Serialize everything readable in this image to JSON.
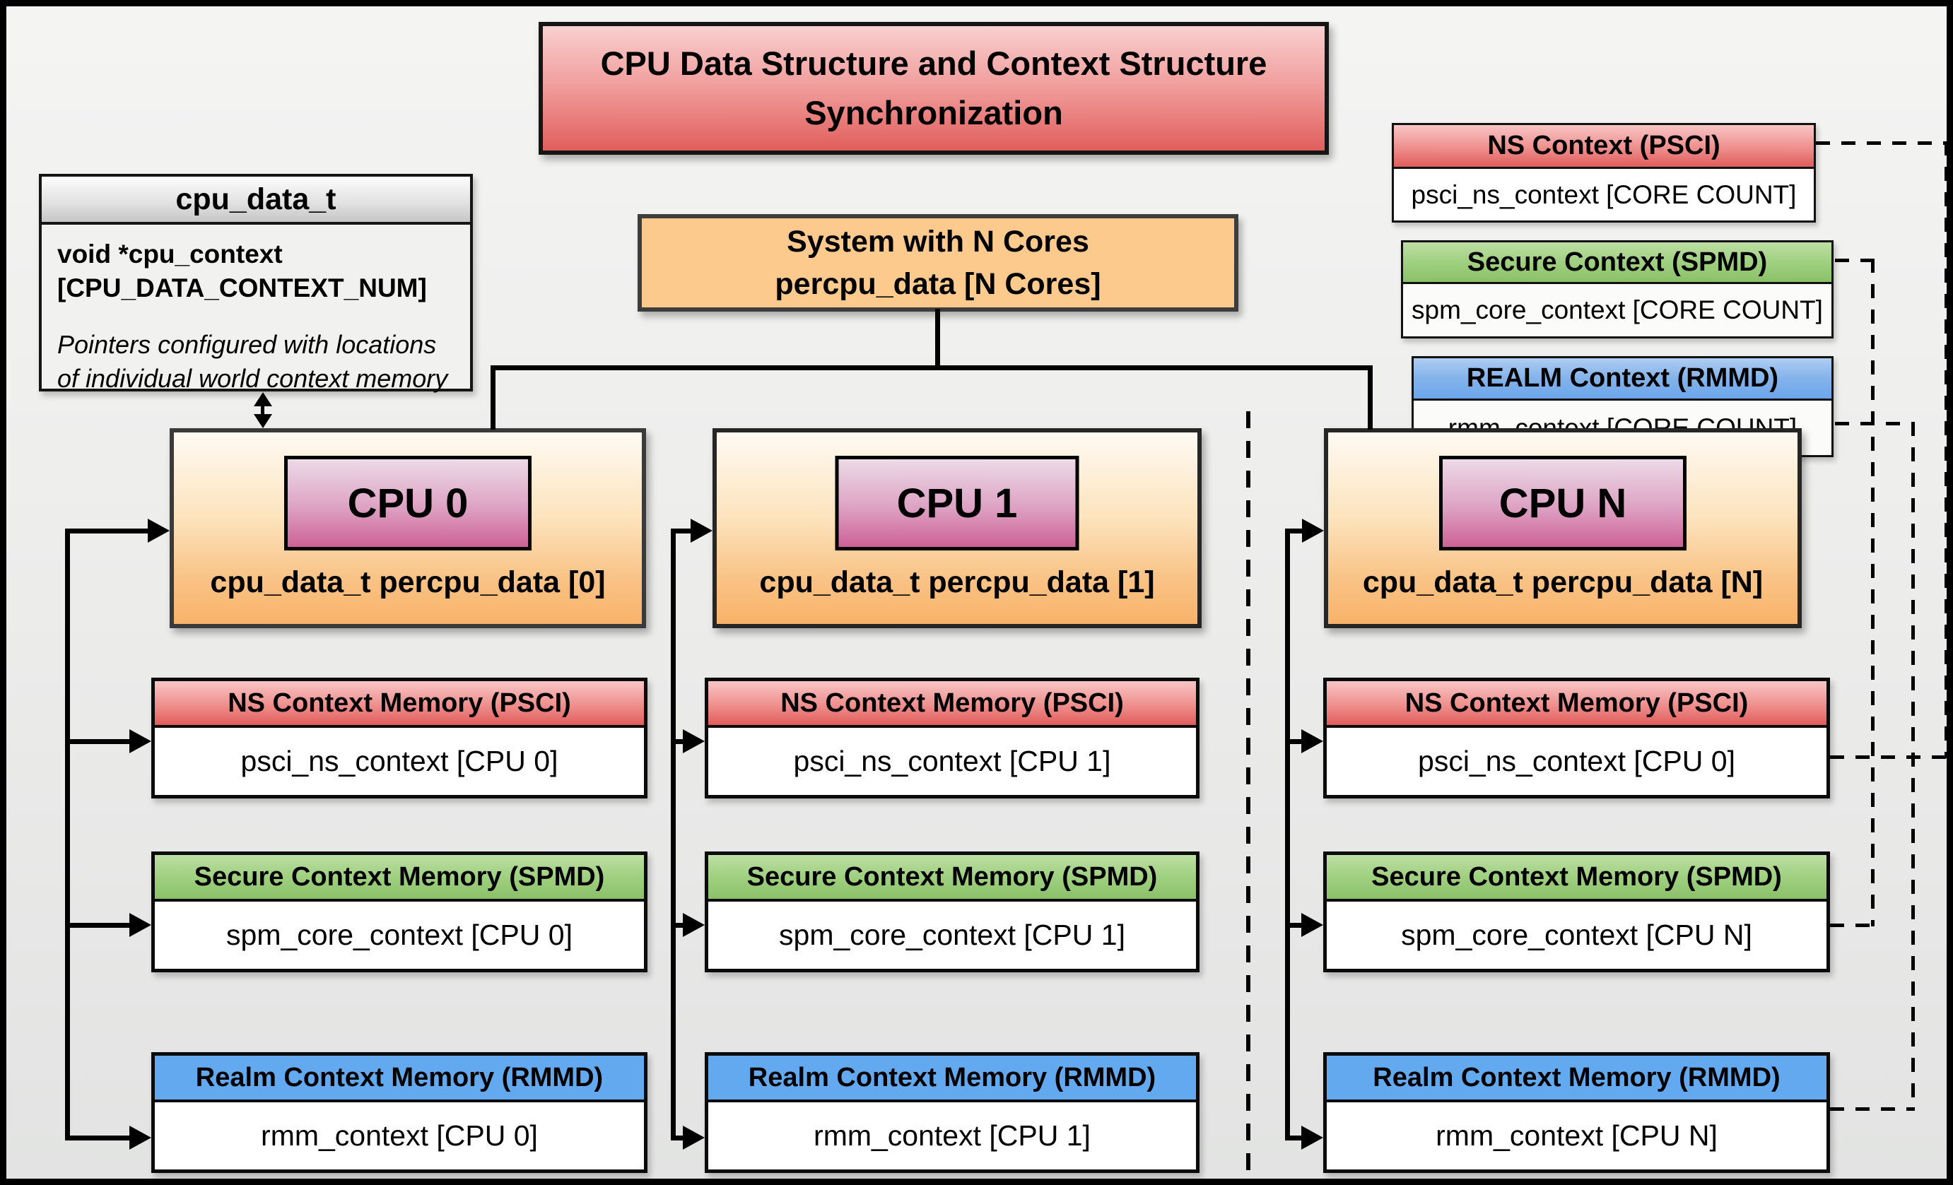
{
  "title": {
    "text": "CPU Data Structure and Context Structure Synchronization"
  },
  "cpu_data_struct": {
    "header": "cpu_data_t",
    "field": "void  *cpu_context [CPU_DATA_CONTEXT_NUM]",
    "note": "Pointers configured with locations of individual world context memory"
  },
  "system": {
    "line1": "System with N Cores",
    "line2": "percpu_data [N Cores]"
  },
  "legend": [
    {
      "title": "NS Context  (PSCI)",
      "body": "psci_ns_context [CORE COUNT]"
    },
    {
      "title": "Secure Context (SPMD)",
      "body": "spm_core_context [CORE COUNT]"
    },
    {
      "title": "REALM Context (RMMD)",
      "body": "rmm_context [CORE COUNT]"
    }
  ],
  "cpus": [
    {
      "label": "CPU 0",
      "data_label": "cpu_data_t percpu_data [0]",
      "ns_title": "NS Context Memory (PSCI)",
      "ns_body": "psci_ns_context [CPU 0]",
      "sec_title": "Secure Context Memory (SPMD)",
      "sec_body": "spm_core_context [CPU 0]",
      "realm_title": "Realm Context Memory (RMMD)",
      "realm_body": "rmm_context [CPU 0]"
    },
    {
      "label": "CPU 1",
      "data_label": "cpu_data_t percpu_data [1]",
      "ns_title": "NS Context Memory (PSCI)",
      "ns_body": "psci_ns_context [CPU 1]",
      "sec_title": "Secure Context Memory (SPMD)",
      "sec_body": "spm_core_context [CPU 1]",
      "realm_title": "Realm Context Memory (RMMD)",
      "realm_body": "rmm_context [CPU 1]"
    },
    {
      "label": "CPU N",
      "data_label": "cpu_data_t percpu_data [N]",
      "ns_title": "NS Context Memory (PSCI)",
      "ns_body": "psci_ns_context [CPU 0]",
      "sec_title": "Secure Context Memory (SPMD)",
      "sec_body": "spm_core_context [CPU N]",
      "realm_title": "Realm Context Memory (RMMD)",
      "realm_body": "rmm_context [CPU N]"
    }
  ],
  "colors": {
    "ns_accent": "#e05e5e",
    "secure_accent": "#8bc169",
    "realm_accent": "#63a9ef",
    "cpu_fill": "#f8b269",
    "cpu_label_fill": "#cd6196",
    "system_fill": "#fcca8d",
    "title_fill": "#e05e5c"
  }
}
